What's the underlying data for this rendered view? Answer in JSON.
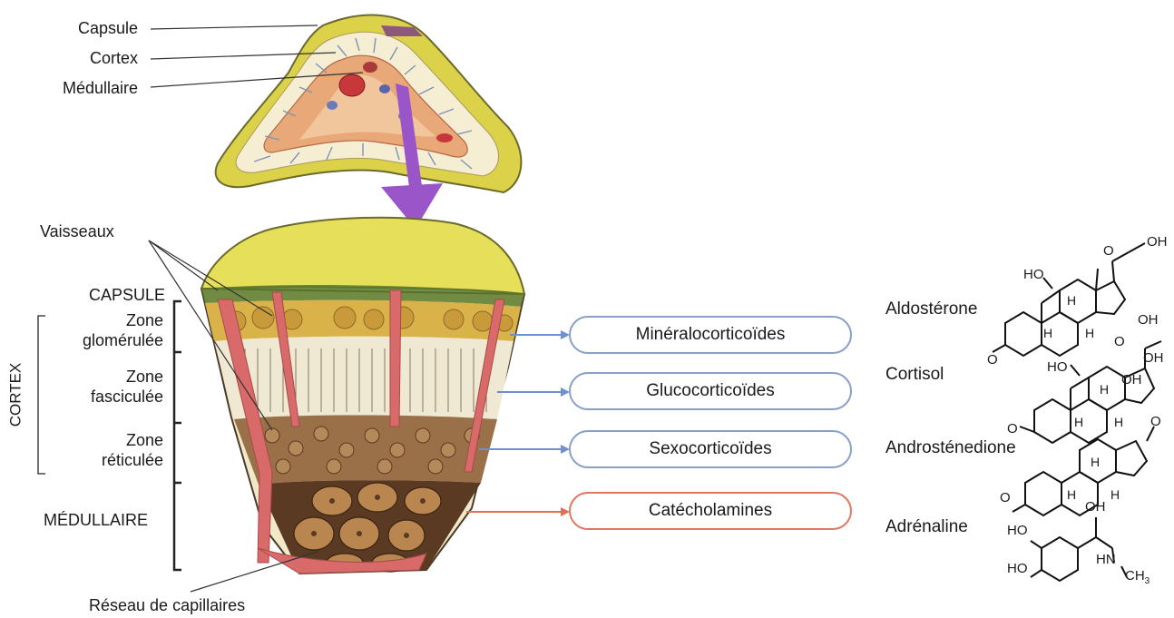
{
  "top_section": {
    "labels": [
      "Capsule",
      "Cortex",
      "Médullaire"
    ]
  },
  "block": {
    "vessels": "Vaisseaux",
    "capsule": "CAPSULE",
    "cortex": "CORTEX",
    "zone_glomerulee": [
      "Zone",
      "glomérulée"
    ],
    "zone_fasciculee": [
      "Zone",
      "fasciculée"
    ],
    "zone_reticulee": [
      "Zone",
      "réticulée"
    ],
    "medullaire": "MÉDULLAIRE",
    "capillaries": "Réseau de capillaires"
  },
  "secretions": [
    {
      "label": "Minéralocorticoïdes",
      "color": "#6f8fd0"
    },
    {
      "label": "Glucocorticoïdes",
      "color": "#6f8fd0"
    },
    {
      "label": "Sexocorticoïdes",
      "color": "#6f8fd0"
    },
    {
      "label": "Catécholamines",
      "color": "#e07050"
    }
  ],
  "hormones": [
    "Aldostérone",
    "Cortisol",
    "Androsténedione",
    "Adrénaline"
  ],
  "chem_labels": {
    "oh": "OH",
    "ho": "HO",
    "o": "O",
    "h": "H",
    "hn": "HN",
    "ch3": "CH"
  },
  "colors": {
    "capsule_yellow": "#e6df5a",
    "cortex_cream": "#f3ecc5",
    "medulla_brown": "#8c5a36",
    "vessel_red": "#d96a6a",
    "arrow_purple": "#9a55c8"
  }
}
